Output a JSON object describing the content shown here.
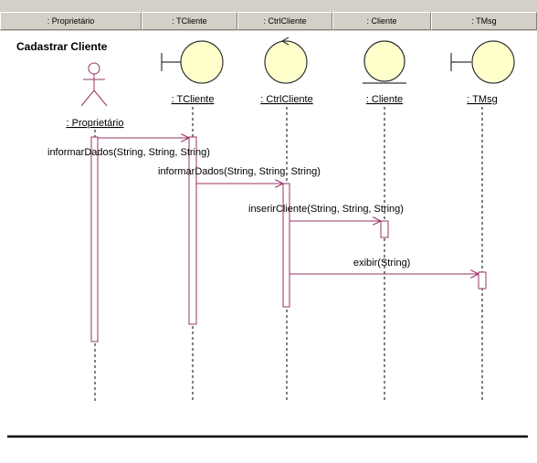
{
  "columns": [
    ": Proprietário",
    ": TCliente",
    ": CtrlCliente",
    ": Cliente",
    ": TMsg"
  ],
  "diagram": {
    "title": "Cadastrar Cliente",
    "objects": [
      {
        "label": ": Proprietário",
        "kind": "actor"
      },
      {
        "label": ": TCliente",
        "kind": "boundary"
      },
      {
        "label": ": CtrlCliente",
        "kind": "control"
      },
      {
        "label": ": Cliente",
        "kind": "entity"
      },
      {
        "label": ": TMsg",
        "kind": "boundary"
      }
    ],
    "messages": [
      {
        "from": 0,
        "to": 1,
        "label": "informarDados(String, String, String)"
      },
      {
        "from": 1,
        "to": 2,
        "label": "informarDados(String, String, String)"
      },
      {
        "from": 2,
        "to": 3,
        "label": "inserirCliente(String, String, String)"
      },
      {
        "from": 2,
        "to": 4,
        "label": "exibir(String)"
      }
    ]
  },
  "colors": {
    "lifeline": "#993366",
    "object_fill": "#ffffcc",
    "text": "#000000"
  }
}
